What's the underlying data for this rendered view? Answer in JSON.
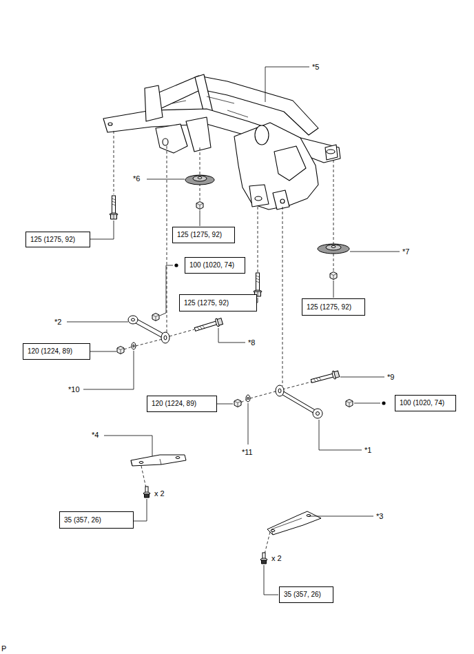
{
  "diagram": {
    "nodes": [
      {
        "text": [
          "125 (1275, 92)"
        ]
      },
      {
        "text": [
          "125 (1275, 92)"
        ]
      },
      {
        "text": [
          "100 (1020, 74)"
        ]
      },
      {
        "text": [
          "125 (1275, 92)"
        ]
      },
      {
        "text": [
          "125 (1275, 92)"
        ]
      },
      {
        "text": [
          "120 (1224, 89)"
        ]
      },
      {
        "text": [
          "120 (1224, 89)"
        ]
      },
      {
        "text": [
          "100 (1020, 74)"
        ]
      },
      {
        "text": [
          "35 (357, 26)"
        ]
      },
      {
        "text": [
          "35 (357, 26)"
        ]
      }
    ],
    "labels": [
      "*5",
      "*6",
      "*7",
      "*2",
      "*8",
      "*9",
      "*10",
      "*4",
      "*1",
      "*11",
      "x 2",
      "*3",
      "x 2",
      "P"
    ]
  }
}
